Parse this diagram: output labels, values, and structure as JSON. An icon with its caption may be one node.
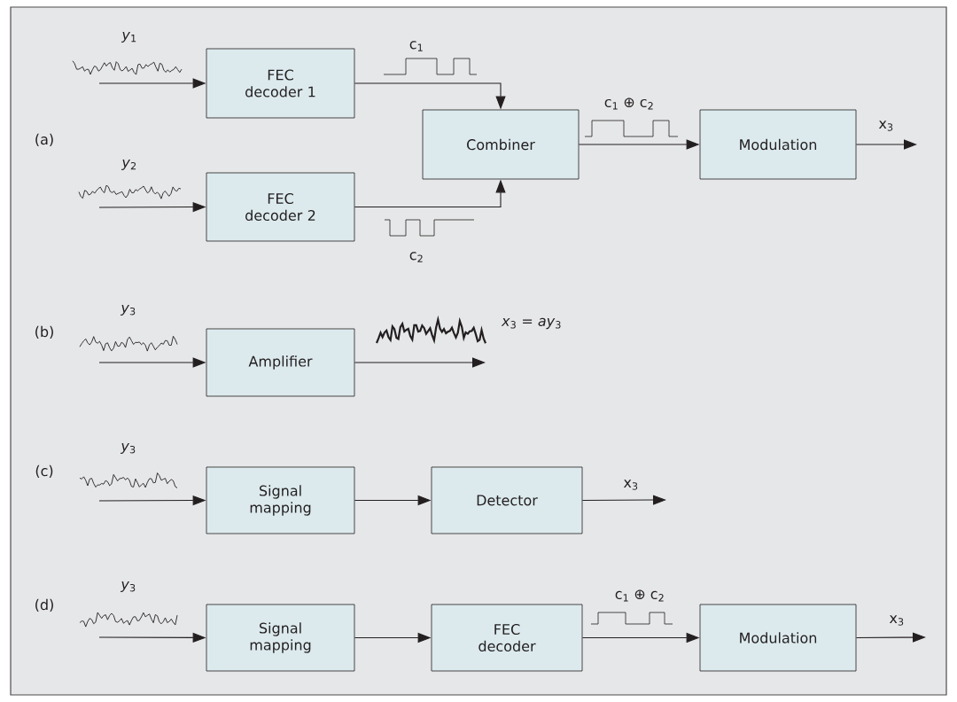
{
  "diagram": {
    "nodes": [
      {
        "text": [
          "FEC decoder 1"
        ]
      },
      {
        "text": [
          "FEC decoder 2"
        ]
      },
      {
        "text": [
          "Combiner"
        ]
      },
      {
        "text": [
          "Modulation"
        ]
      },
      {
        "text": [
          "Amplifier"
        ]
      },
      {
        "text": [
          "Signal mapping"
        ]
      },
      {
        "text": [
          "Detector"
        ]
      },
      {
        "text": [
          "Signal mapping"
        ]
      },
      {
        "text": [
          "FEC decoder"
        ]
      },
      {
        "text": [
          "Modulation"
        ]
      }
    ],
    "edges": [
      {
        "from": null,
        "to": 0,
        "arrow": "to",
        "label": "*y*$_{1}$"
      },
      {
        "from": null,
        "to": 1,
        "arrow": "to",
        "label": "*y*$_{2}$"
      },
      {
        "from": 0,
        "to": 2,
        "arrow": "to",
        "label": "c$_{1}$"
      },
      {
        "from": 1,
        "to": 2,
        "arrow": "to",
        "label": "c$_{2}$"
      },
      {
        "from": 2,
        "to": 3,
        "arrow": "to",
        "label": "c$_{1}$ ⊕ c$_{2}$"
      },
      {
        "from": 3,
        "to": null,
        "arrow": "to",
        "label": "x$_{3}$"
      },
      {
        "from": null,
        "to": 4,
        "arrow": "to",
        "label": "*y*$_{3}$"
      },
      {
        "from": 4,
        "to": null,
        "arrow": "to"
      },
      {
        "from": null,
        "to": 5,
        "arrow": "to",
        "label": "*y*$_{3}$"
      },
      {
        "from": 5,
        "to": 6,
        "arrow": "to"
      },
      {
        "from": 6,
        "to": null,
        "arrow": "to",
        "label": "x$_{3}$"
      },
      {
        "from": null,
        "to": 7,
        "arrow": "to",
        "label": "*y*$_{3}$"
      },
      {
        "from": 7,
        "to": 8,
        "arrow": "to"
      },
      {
        "from": 8,
        "to": 9,
        "arrow": "to",
        "label": "c$_{1}$ ⊕ c$_{2}$"
      },
      {
        "from": 9,
        "to": null,
        "arrow": "to",
        "label": "x$_{3}$"
      }
    ],
    "labels": [
      "(a)",
      "(b)",
      "*x*$_{3}$ = *ay*$_{3}$",
      "(c)",
      "(d)"
    ]
  }
}
